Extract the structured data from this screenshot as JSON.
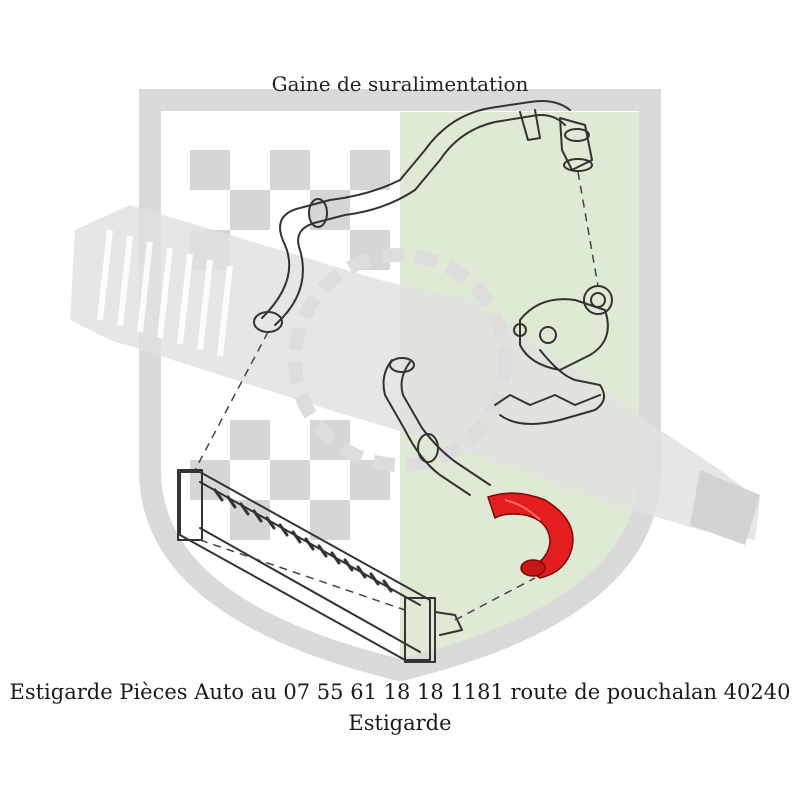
{
  "title": "Gaine de suralimentation",
  "footer": {
    "line1": "Estigarde Pièces  Auto au  07 55 61 18 18 1181 route de pouchalan 40240",
    "line2": "Estigarde"
  },
  "colors": {
    "highlight": "#e41e1e",
    "watermark_grey": "#d4d4d4",
    "watermark_green": "#dbe8cf",
    "line": "#333333"
  },
  "icons": {
    "watermark": "checkered-shield-logo-watermark"
  }
}
